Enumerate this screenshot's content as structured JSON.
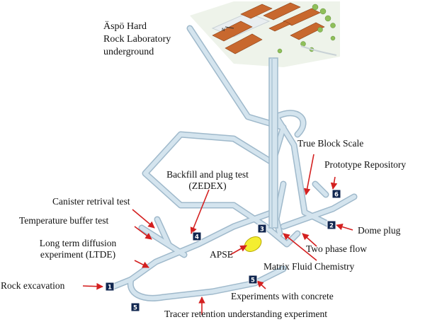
{
  "site_title": [
    "Äspö Hard",
    "Rock Laboratory",
    "underground"
  ],
  "labels": {
    "true_block_scale": "True Block Scale",
    "prototype_repository": "Prototype Repository",
    "backfill_plug": [
      "Backfill and plug test",
      "(ZEDEX)"
    ],
    "canister_retrival": "Canister retrival test",
    "temperature_buffer": "Temperature buffer test",
    "long_term_diffusion": [
      "Long term diffusion",
      "experiment (LTDE)"
    ],
    "dome_plug": "Dome plug",
    "two_phase_flow": "Two phase flow",
    "apse": "APSE",
    "matrix_fluid": "Matrix Fluid Chemistry",
    "rock_excavation": "Rock excavation",
    "experiments_concrete": "Experiments with concrete",
    "tracer_retention": "Tracer retention understanding experiment"
  },
  "badges": {
    "b1": "1",
    "b2": "2",
    "b3": "3",
    "b4": "4",
    "b5a": "5",
    "b5b": "5",
    "b6": "6"
  },
  "colors": {
    "tunnel": "#d4e4ee",
    "tunnel_edge": "#9fb9cb",
    "arrow": "#d42020",
    "badge": "#10264f",
    "apse_highlight": "#f4ee30",
    "roof": "#c8682e",
    "grass": "#8fbf5a"
  }
}
